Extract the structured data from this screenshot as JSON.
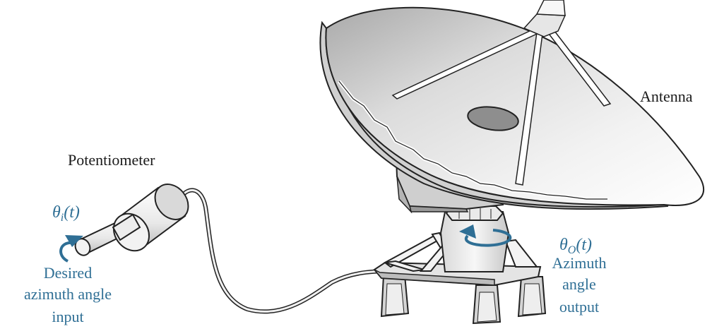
{
  "labels": {
    "potentiometer": "Potentiometer",
    "antenna": "Antenna",
    "input_symbol": "θi(t)",
    "input_desc": [
      "Desired",
      "azimuth angle",
      "input"
    ],
    "output_symbol": "θO(t)",
    "output_desc": [
      "Azimuth",
      "angle",
      "output"
    ]
  },
  "colors": {
    "annotation": "#2f6f95",
    "text": "#1a1a1a",
    "outline": "#222222",
    "dish_light": "#f4f4f4",
    "dish_dark": "#9a9a9a"
  }
}
